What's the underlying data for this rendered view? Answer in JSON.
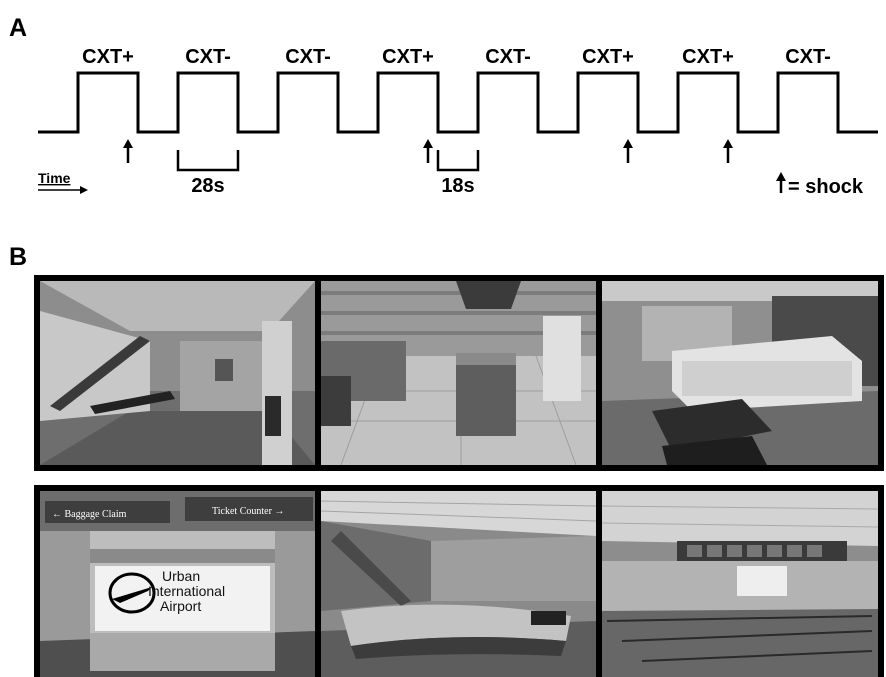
{
  "panel_a": {
    "label": "A",
    "contexts": [
      "CXT+",
      "CXT-",
      "CXT-",
      "CXT+",
      "CXT-",
      "CXT+",
      "CXT+",
      "CXT-"
    ],
    "shock_after_context": [
      1,
      4,
      6,
      7
    ],
    "duration_context": "28s",
    "duration_gap": "18s",
    "time_label": "Time",
    "legend": "= shock"
  },
  "panel_b": {
    "label": "B",
    "house_scenes": [
      {
        "name": "hallway-with-stairs"
      },
      {
        "name": "kitchen"
      },
      {
        "name": "living-room"
      }
    ],
    "airport_scenes": [
      {
        "name": "airport-lobby-sign",
        "sign_line1": "Urban",
        "sign_line2": "International",
        "sign_line3": "Airport",
        "left_sign": "Baggage Claim",
        "right_sign": "Ticket Counter"
      },
      {
        "name": "baggage-carousel"
      },
      {
        "name": "ticket-counter-hall"
      }
    ]
  }
}
